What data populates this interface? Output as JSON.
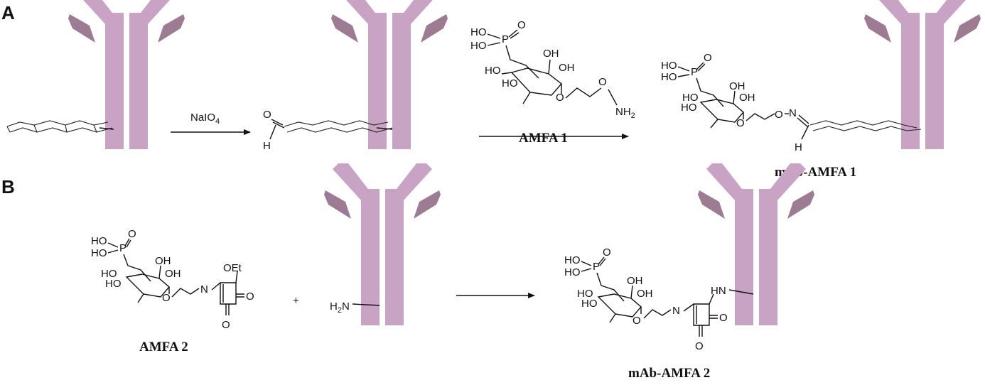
{
  "panels": {
    "a": "A",
    "b": "B"
  },
  "reagents": {
    "periodate": "NaIO",
    "periodate_sub": "4",
    "plus": "+"
  },
  "compounds": {
    "amfa1": "AMFA 1",
    "mab_amfa1": "mAb-AMFA 1",
    "amfa2": "AMFA 2",
    "mab_amfa2": "mAb-AMFA 2"
  },
  "atoms": {
    "ho": "HO",
    "p": "P",
    "o": "O",
    "oh": "OH",
    "nh2": "NH",
    "nh2_sub": "2",
    "h": "H",
    "n": "N",
    "oet": "OEt",
    "h2n_h": "H",
    "h2n_2": "2",
    "h2n_n": "N",
    "hn": "HN"
  },
  "colors": {
    "antibody_light": "#c9a3c4",
    "antibody_dark": "#9c7b93"
  }
}
